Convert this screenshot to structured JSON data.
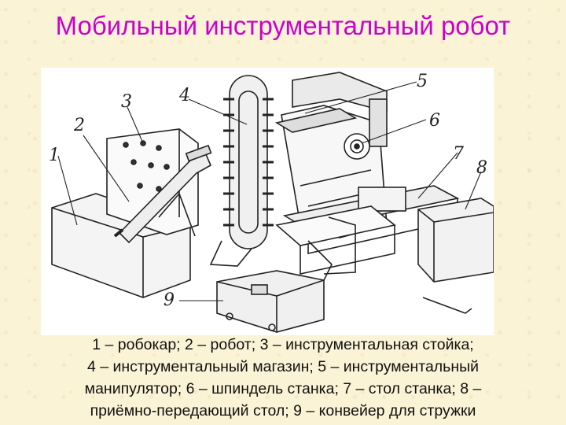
{
  "slide": {
    "title": "Мобильный инструментальный робот"
  },
  "figure": {
    "callouts": [
      "1",
      "2",
      "3",
      "4",
      "5",
      "6",
      "7",
      "8",
      "9"
    ]
  },
  "caption": {
    "lines": [
      "1 – робокар; 2 – робот; 3 – инструментальная стойка;",
      "4 – инструментальный магазин; 5 – инструментальный",
      "манипулятор; 6 – шпиндель станка; 7 – стол станка; 8 –",
      "приёмно-передающий стол; 9 – конвейер для стружки"
    ]
  }
}
